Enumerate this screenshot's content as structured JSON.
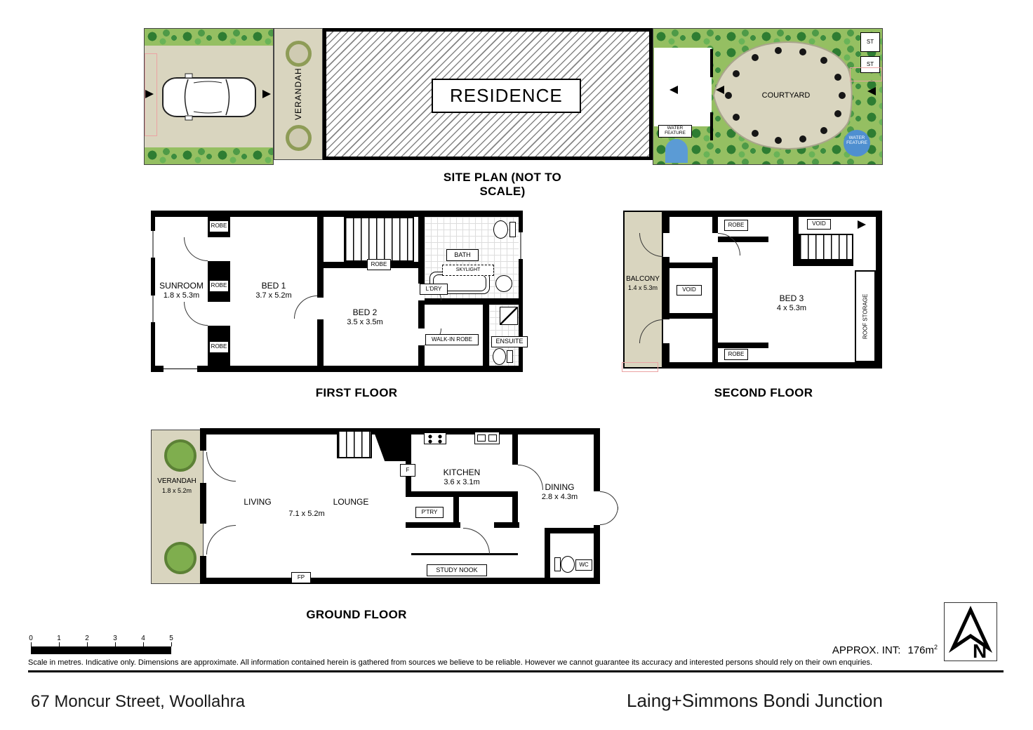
{
  "site_plan": {
    "caption": "SITE PLAN (NOT TO SCALE)",
    "residence": "RESIDENCE",
    "verandah": "VERANDAH",
    "courtyard": "COURTYARD",
    "water_feature": "WATER FEATURE",
    "storage": "ST"
  },
  "first_floor": {
    "caption": "FIRST FLOOR",
    "sunroom": {
      "name": "SUNROOM",
      "dims": "1.8 x 5.3m"
    },
    "bed1": {
      "name": "BED 1",
      "dims": "3.7 x 5.2m"
    },
    "bed2": {
      "name": "BED 2",
      "dims": "3.5 x 3.5m"
    },
    "bath": "BATH",
    "skylight": "SKYLIGHT",
    "laundry": "L'DRY",
    "walk_in_robe": "WALK-IN ROBE",
    "ensuite": "ENSUITE",
    "robe": "ROBE"
  },
  "second_floor": {
    "caption": "SECOND FLOOR",
    "balcony": {
      "name": "BALCONY",
      "dims": "1.4 x 5.3m"
    },
    "bed3": {
      "name": "BED 3",
      "dims": "4 x 5.3m"
    },
    "void": "VOID",
    "robe": "ROBE",
    "roof_storage": "ROOF STORAGE"
  },
  "ground_floor": {
    "caption": "GROUND FLOOR",
    "verandah": {
      "name": "VERANDAH",
      "dims": "1.8 x 5.2m"
    },
    "living": "LIVING",
    "lounge": "LOUNGE",
    "living_dims": "7.1 x 5.2m",
    "kitchen": {
      "name": "KITCHEN",
      "dims": "3.6 x 3.1m"
    },
    "pantry": "P'TRY",
    "fridge": "F",
    "dining": {
      "name": "DINING",
      "dims": "2.8 x 4.3m"
    },
    "study_nook": "STUDY NOOK",
    "wc": "WC",
    "fireplace": "FP"
  },
  "footer": {
    "scale_ticks": [
      "0",
      "1",
      "2",
      "3",
      "4",
      "5"
    ],
    "disclaimer": "Scale in metres. Indicative only. Dimensions are approximate. All information contained herein is gathered from sources we believe to be reliable. However we cannot guarantee its accuracy and interested persons should rely on their own enquiries.",
    "approx_int_label": "APPROX. INT:",
    "approx_int_value": "176m",
    "approx_int_sup": "2",
    "north_letter": "N",
    "address": "67 Moncur Street, Woollahra",
    "agency": "Laing+Simmons Bondi Junction"
  },
  "colors": {
    "wall": "#000000",
    "verandah_tan": "#d9d5bf",
    "garden_green": "#95bf62",
    "water_blue": "#5b9bd5",
    "hatch_gray": "#858585"
  }
}
